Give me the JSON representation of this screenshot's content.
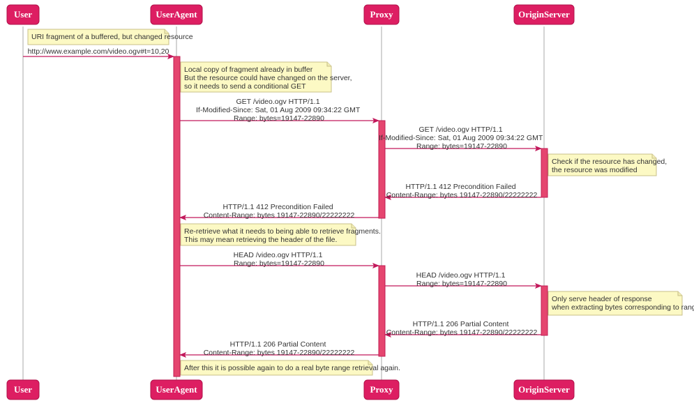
{
  "participants": {
    "user": "User",
    "useragent": "UserAgent",
    "proxy": "Proxy",
    "origin": "OriginServer"
  },
  "colors": {
    "participant": "#dd1e62",
    "activation": "#e5456f",
    "arrow": "#c2185b",
    "note": "#fcf9c4",
    "lifeline": "#a8a8a8"
  },
  "notes": {
    "n1": [
      "URI fragment of a buffered, but changed resource"
    ],
    "n2": [
      "Local copy of fragment already in buffer",
      "But the resource could have changed on the server,",
      "so it needs to send a conditional GET"
    ],
    "n3": [
      "Check if the resource has changed,",
      "the resource was modified"
    ],
    "n4": [
      "Re-retrieve what it needs to being able to retrieve fragments.",
      "This may mean retrieving the header of the file."
    ],
    "n5": [
      "Only serve header of response",
      "when extracting bytes corresponding to range"
    ],
    "n6": [
      "After this it is possible again to do a real byte range retrieval again."
    ]
  },
  "messages": {
    "m1": [
      "http://www.example.com/video.ogv#t=10,20"
    ],
    "m2": [
      "GET /video.ogv HTTP/1.1",
      "If-Modified-Since: Sat, 01 Aug 2009 09:34:22 GMT",
      "Range: bytes=19147-22890"
    ],
    "m3": [
      "GET /video.ogv HTTP/1.1",
      "If-Modified-Since: Sat, 01 Aug 2009 09:34:22 GMT",
      "Range: bytes=19147-22890"
    ],
    "m4": [
      "HTTP/1.1 412 Precondition Failed",
      "Content-Range: bytes 19147-22890/22222222"
    ],
    "m5": [
      "HTTP/1.1 412 Precondition Failed",
      "Content-Range: bytes 19147-22890/22222222"
    ],
    "m6": [
      "HEAD /video.ogv HTTP/1.1",
      "Range: bytes=19147-22890"
    ],
    "m7": [
      "HEAD /video.ogv HTTP/1.1",
      "Range: bytes=19147-22890"
    ],
    "m8": [
      "HTTP/1.1 206 Partial Content",
      "Content-Range: bytes 19147-22890/22222222"
    ],
    "m9": [
      "HTTP/1.1 206 Partial Content",
      "Content-Range: bytes 19147-22890/22222222"
    ]
  }
}
